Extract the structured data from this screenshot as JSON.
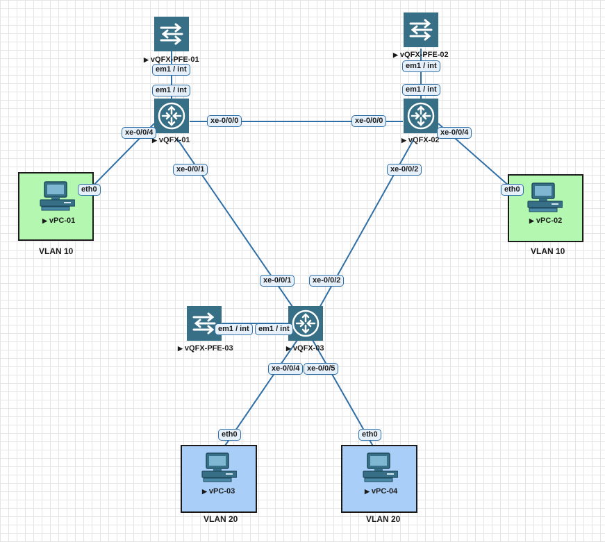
{
  "colors": {
    "link": "#2e6ea6",
    "device": "#376f86",
    "vlan10": "#b3f7b0",
    "vlan20": "#a9cef7"
  },
  "switches": {
    "vqfx01": "vQFX-01",
    "vqfx02": "vQFX-02",
    "vqfx03": "vQFX-03",
    "pfe01": "vQFX-PFE-01",
    "pfe02": "vQFX-PFE-02",
    "pfe03": "vQFX-PFE-03"
  },
  "pcs": {
    "vpc01": "vPC-01",
    "vpc02": "vPC-02",
    "vpc03": "vPC-03",
    "vpc04": "vPC-04"
  },
  "vlans": {
    "vpc01": "VLAN 10",
    "vpc02": "VLAN 10",
    "vpc03": "VLAN 20",
    "vpc04": "VLAN 20"
  },
  "ports": {
    "pfe01_em1": "em1 / int",
    "vqfx01_em1": "em1 / int",
    "pfe02_em1": "em1 / int",
    "vqfx02_em1": "em1 / int",
    "vqfx01_xe000": "xe-0/0/0",
    "vqfx02_xe000": "xe-0/0/0",
    "vqfx01_xe004": "xe-0/0/4",
    "vqfx02_xe004": "xe-0/0/4",
    "vqfx01_xe001": "xe-0/0/1",
    "vqfx02_xe002": "xe-0/0/2",
    "vqfx03_xe001": "xe-0/0/1",
    "vqfx03_xe002": "xe-0/0/2",
    "pfe03_em1": "em1 / int",
    "vqfx03_em1": "em1 / int",
    "vqfx03_xe004": "xe-0/0/4",
    "vqfx03_xe005": "xe-0/0/5",
    "vpc01_eth0": "eth0",
    "vpc02_eth0": "eth0",
    "vpc03_eth0": "eth0",
    "vpc04_eth0": "eth0"
  },
  "icons": {
    "router": "router-icon",
    "switch": "switch-icon",
    "pc": "pc-icon"
  }
}
